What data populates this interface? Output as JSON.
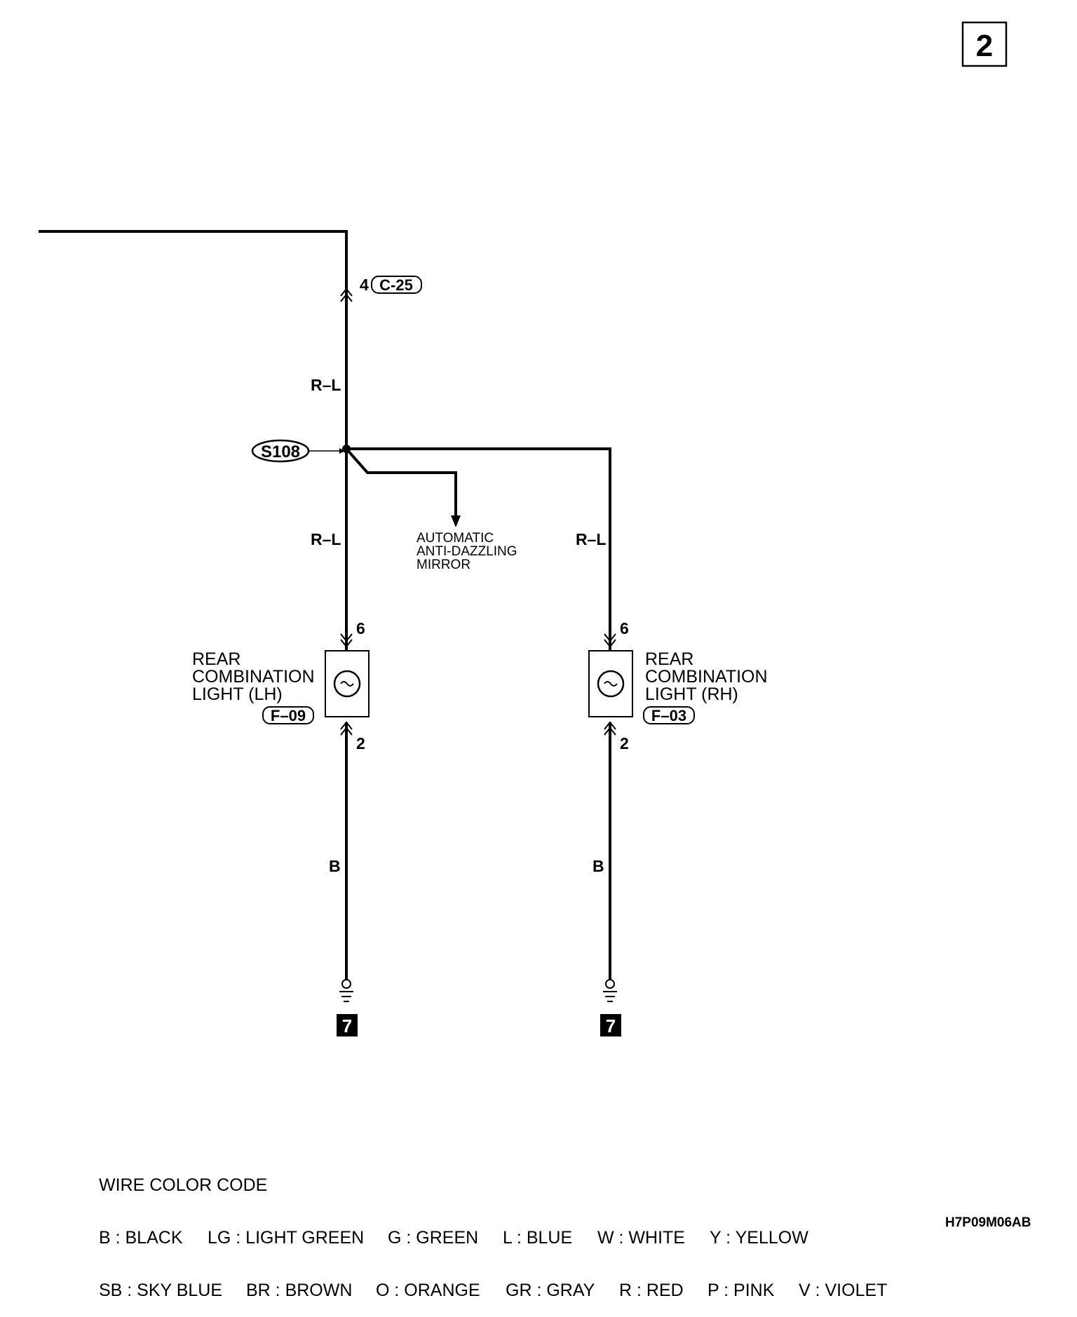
{
  "page_number": "2",
  "splice": "S108",
  "connector_top": {
    "pin": "4",
    "id": "C-25"
  },
  "wire_labels": {
    "upper": "R–L",
    "left_mid": "R–L",
    "right_mid": "R–L",
    "left_ground": "B",
    "right_ground": "B"
  },
  "branch_destination": [
    "AUTOMATIC",
    "ANTI-DAZZLING",
    "MIRROR"
  ],
  "lamp_lh": {
    "lines": [
      "REAR",
      "COMBINATION",
      "LIGHT (LH)"
    ],
    "connector": "F–09",
    "pin_top": "6",
    "pin_bottom": "2"
  },
  "lamp_rh": {
    "lines": [
      "REAR",
      "COMBINATION",
      "LIGHT (RH)"
    ],
    "connector": "F–03",
    "pin_top": "6",
    "pin_bottom": "2"
  },
  "ground_lh": "7",
  "ground_rh": "7",
  "legend": {
    "title": "WIRE COLOR CODE",
    "row1": [
      "B : BLACK",
      "LG : LIGHT GREEN",
      "G : GREEN",
      "L : BLUE",
      "W : WHITE",
      "Y : YELLOW"
    ],
    "row2": [
      "SB : SKY BLUE",
      "BR : BROWN",
      "O : ORANGE",
      "GR : GRAY",
      "R : RED",
      "P : PINK",
      "V : VIOLET"
    ]
  },
  "diagram_code": "H7P09M06AB"
}
